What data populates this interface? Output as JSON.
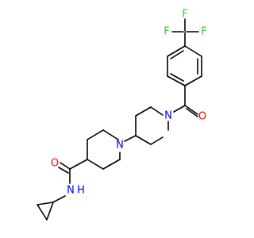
{
  "colors": {
    "bond": "#000000",
    "carbon": "#000000",
    "nitrogen": "#0000ff",
    "oxygen": "#ff0000",
    "fluorine": "#33cc33",
    "background": "#ffffff"
  },
  "atom_labels": {
    "f_top": "F",
    "f_left": "F",
    "f_right": "F",
    "o_ketone": "O",
    "n_upper_piperidine": "N",
    "n_lower_piperidine": "N",
    "o_amide": "O",
    "n_amide": "N",
    "h_amide": "H"
  }
}
